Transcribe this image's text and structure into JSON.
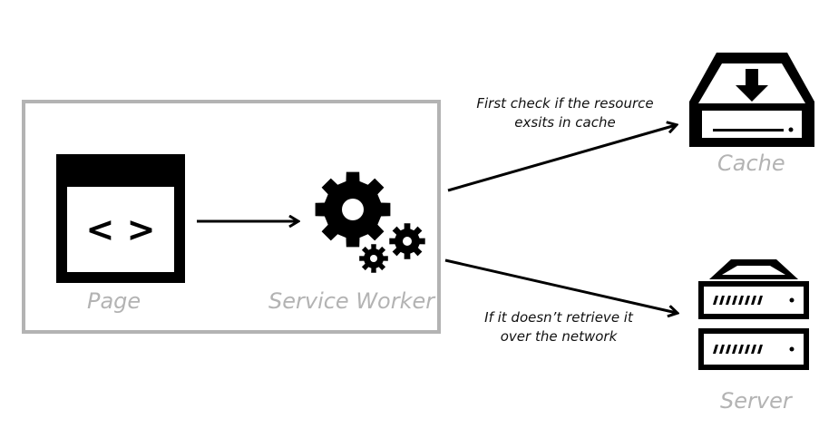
{
  "diagram": {
    "page": {
      "label": "Page",
      "code_glyph": "< >"
    },
    "service_worker": {
      "label": "Service Worker"
    },
    "cache": {
      "label": "Cache"
    },
    "server": {
      "label": "Server"
    },
    "notes": {
      "cache_line1": "First check if the resource",
      "cache_line2": "exsits in cache",
      "network_line1": "If it doesn’t retrieve it",
      "network_line2": "over the network"
    },
    "colors": {
      "ink": "#000000",
      "frame": "#b3b3b3",
      "label": "#b3b3b3"
    }
  }
}
